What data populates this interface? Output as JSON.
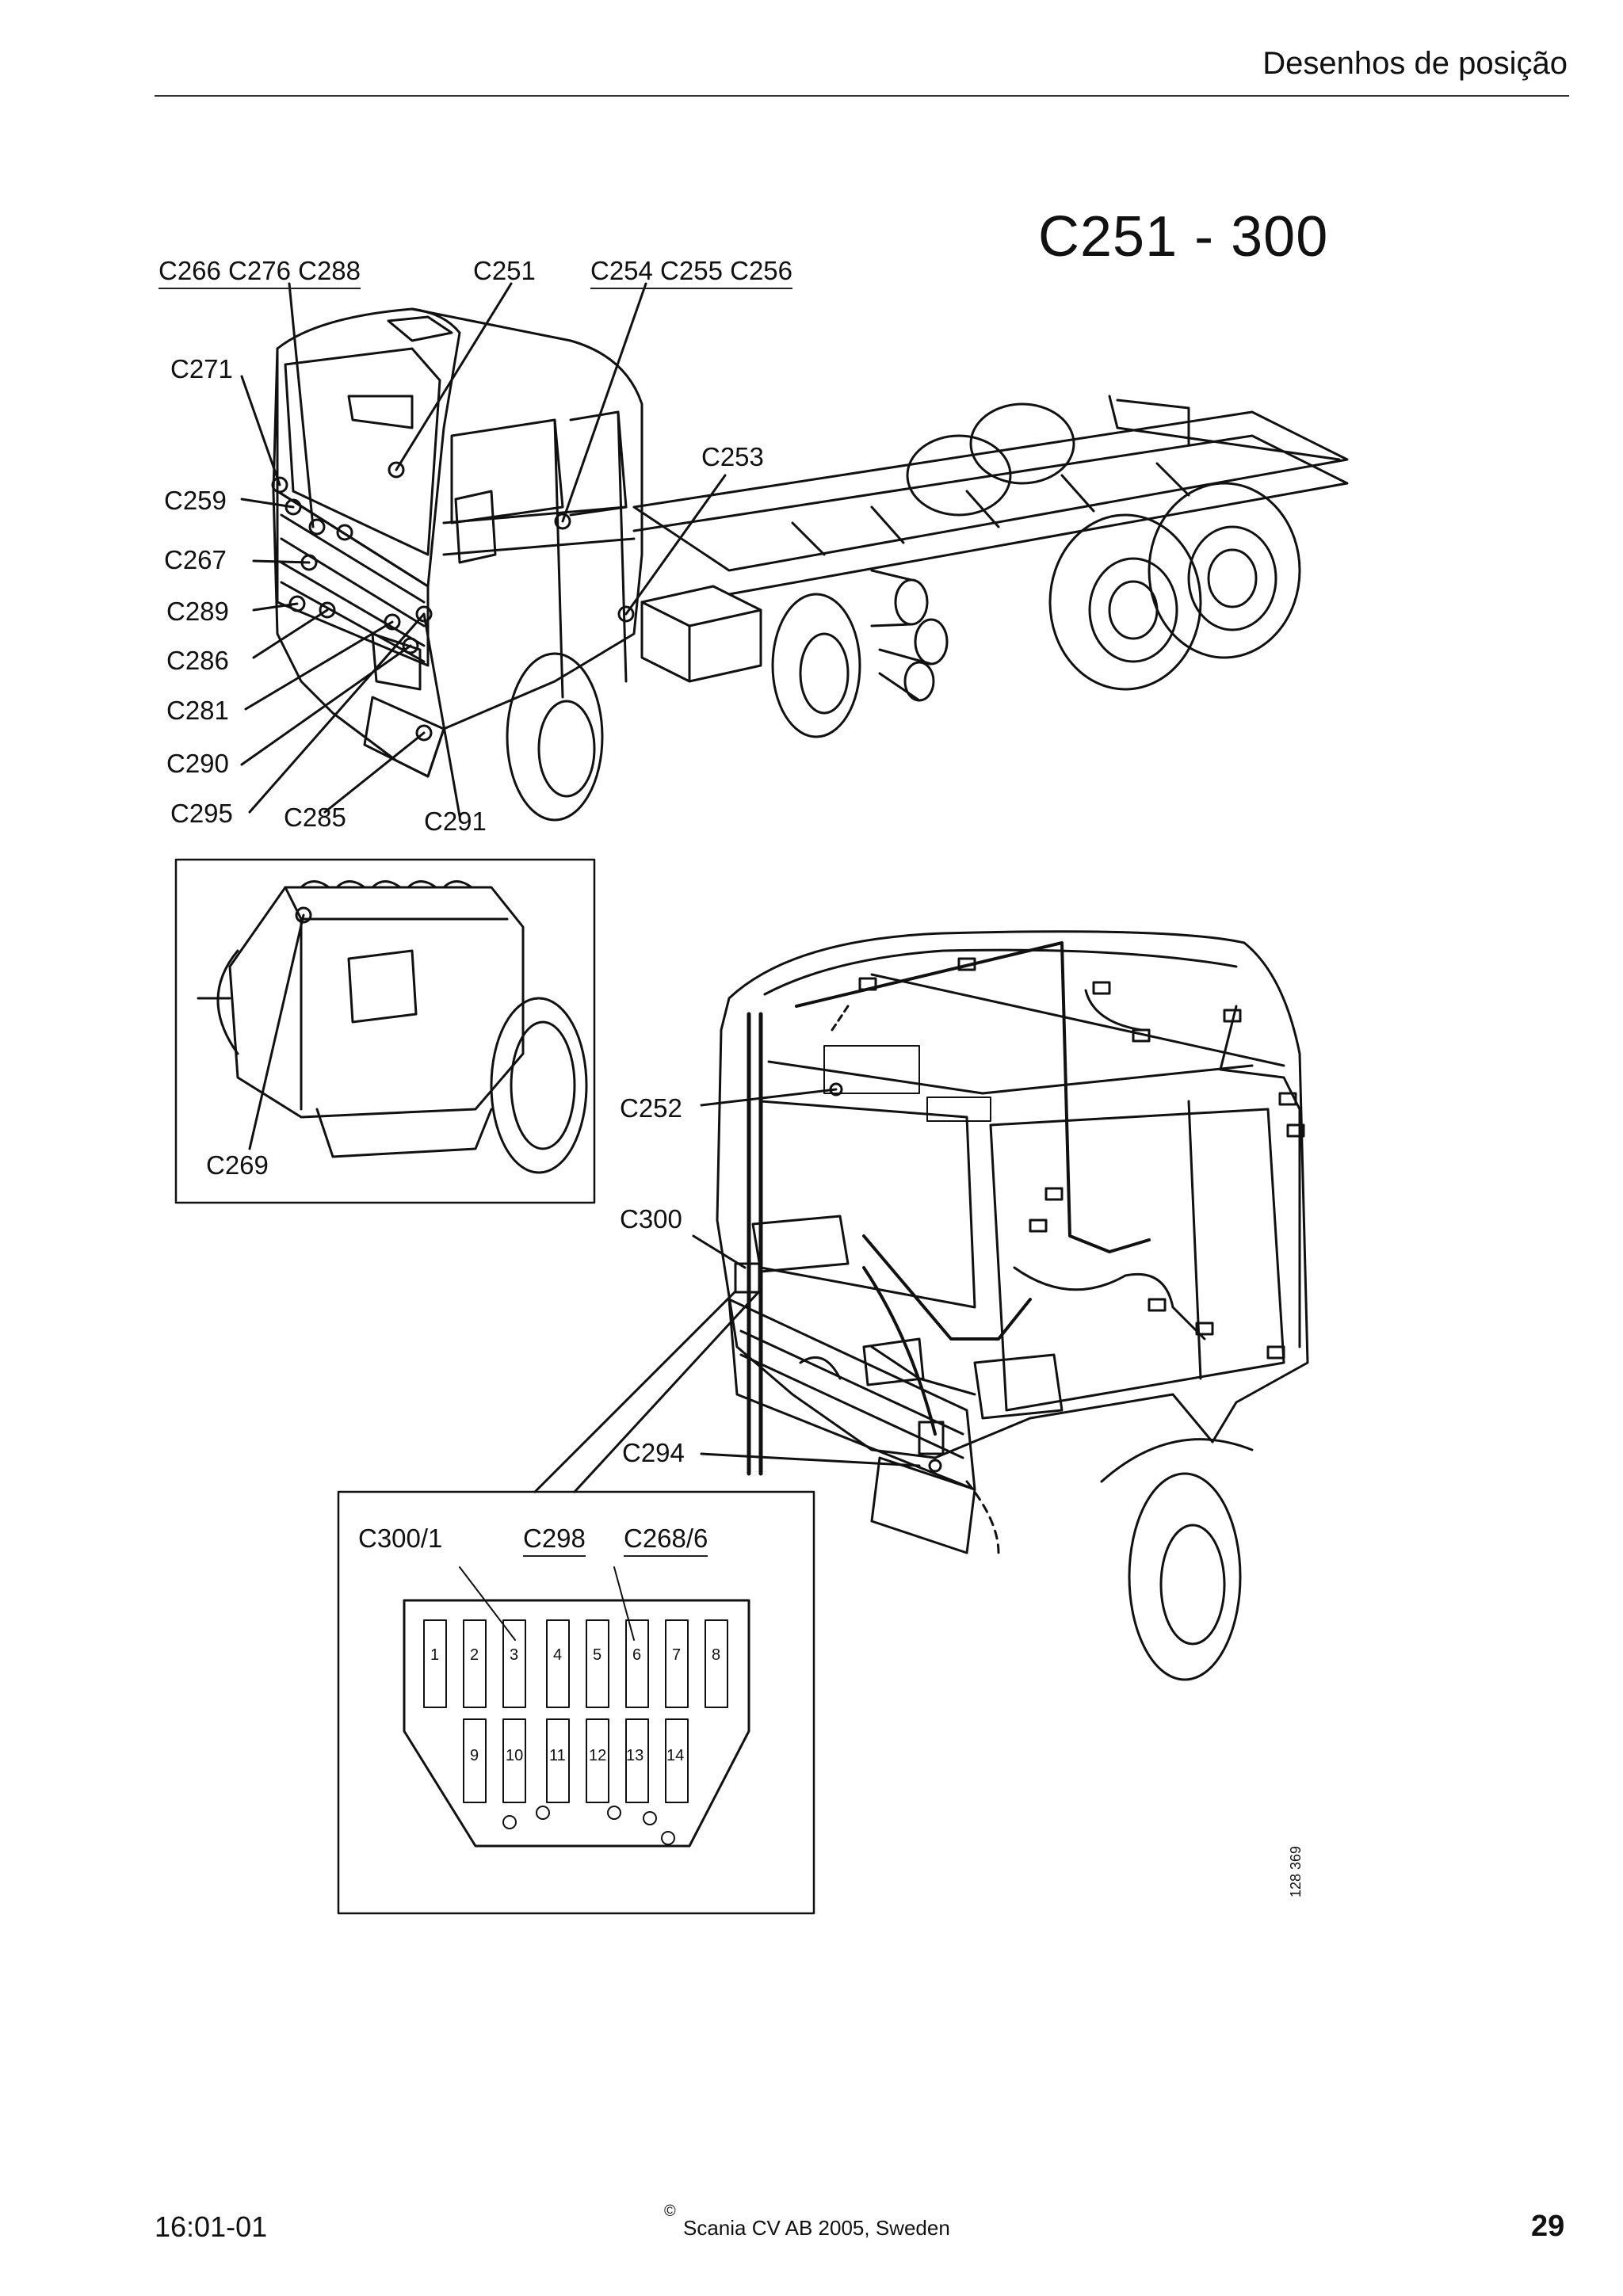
{
  "header": {
    "section_title": "Desenhos de posição"
  },
  "figure": {
    "title": "C251 - 300",
    "truck_labels": {
      "top_group_a": "C266 C276 C288",
      "top_c251": "C251",
      "top_group_b": "C254 C255 C256",
      "c271": "C271",
      "c253": "C253",
      "c259": "C259",
      "c267": "C267",
      "c289": "C289",
      "c286": "C286",
      "c281": "C281",
      "c290": "C290",
      "c295": "C295",
      "c285": "C285",
      "c291": "C291"
    },
    "engine_label": "C269",
    "cab_labels": {
      "c252": "C252",
      "c300": "C300",
      "c294": "C294"
    },
    "connector_detail": {
      "label_a": "C300/1",
      "label_b": "C298",
      "label_c": "C268/6",
      "top_row_pins": [
        "1",
        "2",
        "3",
        "4",
        "5",
        "6",
        "7",
        "8"
      ],
      "bottom_row_pins": [
        "9",
        "10",
        "11",
        "12",
        "13",
        "14"
      ]
    },
    "reference_number": "128 369"
  },
  "footer": {
    "doc_code": "16:01-01",
    "copyright_symbol": "©",
    "copyright": "Scania CV AB 2005, Sweden",
    "page_number": "29"
  }
}
